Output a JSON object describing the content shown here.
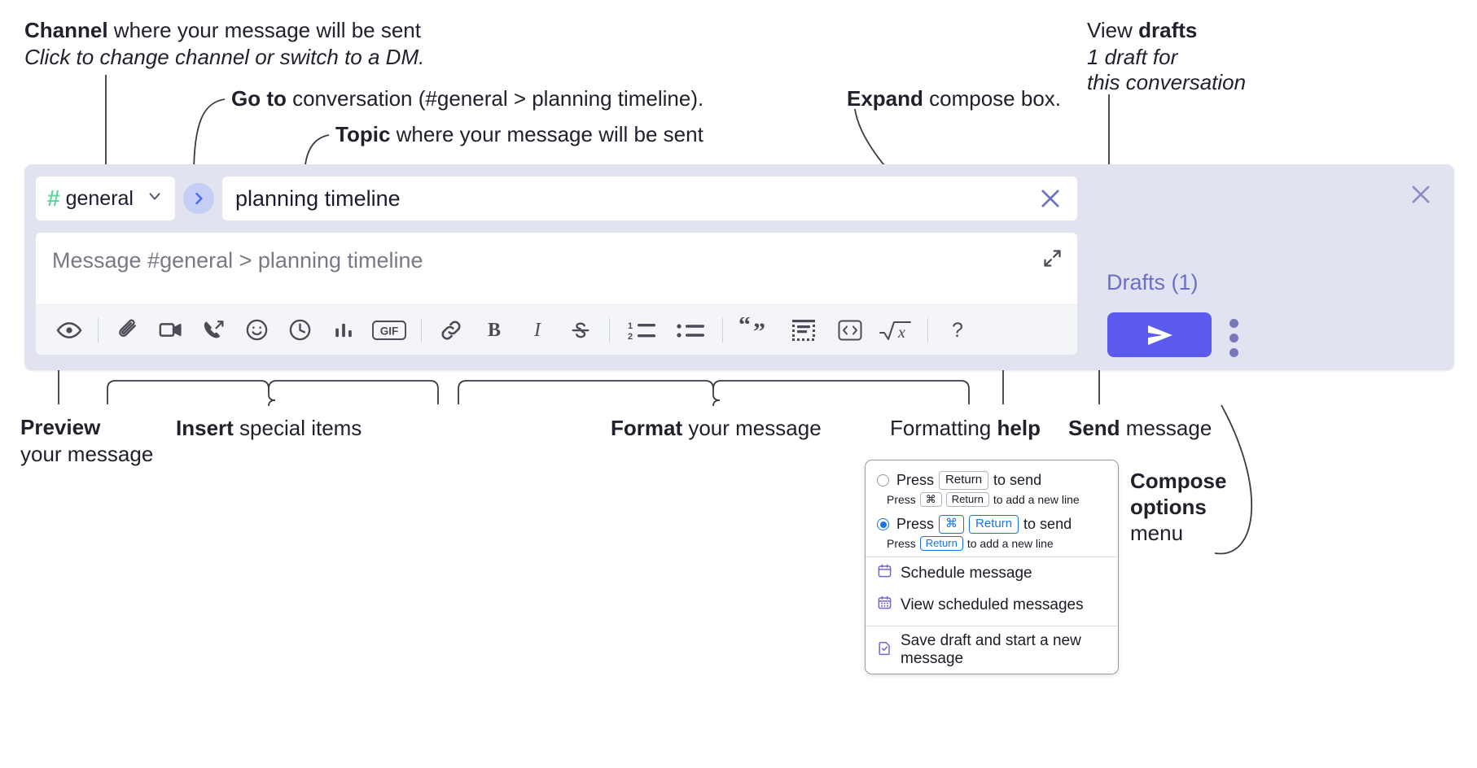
{
  "annotations": {
    "channel": {
      "line1_bold": "Channel",
      "line1_rest": " where your message will be sent",
      "line2": "Click to change channel or switch to a DM."
    },
    "goto": {
      "bold": "Go to",
      "rest": " conversation (#general > planning timeline)."
    },
    "topic": {
      "bold": "Topic",
      "rest": " where your message will be sent"
    },
    "expand": {
      "bold": "Expand",
      "rest": " compose box."
    },
    "drafts": {
      "line1_rest": "View ",
      "line1_bold": "drafts",
      "line2": "1 draft for",
      "line3": "this conversation"
    },
    "preview": {
      "bold": "Preview",
      "line2": "your message"
    },
    "insert": {
      "bold": "Insert",
      "rest": " special items"
    },
    "format": {
      "bold": "Format",
      "rest": " your message"
    },
    "help": {
      "rest": "Formatting ",
      "bold": "help"
    },
    "send": {
      "bold": "Send",
      "rest": " message"
    },
    "compose_options": {
      "line1": "Compose",
      "line2": "options",
      "line3": "menu"
    }
  },
  "compose": {
    "channel_name": "general",
    "hash_symbol": "#",
    "topic_value": "planning timeline",
    "message_placeholder": "Message #general > planning timeline",
    "drafts_label": "Drafts (1)",
    "toolbar_groups": [
      {
        "name": "preview",
        "items": [
          {
            "name": "eye-icon",
            "label": "Preview"
          }
        ]
      },
      {
        "name": "insert",
        "items": [
          {
            "name": "paperclip-icon",
            "label": "Attach file"
          },
          {
            "name": "video-camera-icon",
            "label": "Record video clip"
          },
          {
            "name": "phone-icon",
            "label": "Record audio clip"
          },
          {
            "name": "emoji-icon",
            "label": "Emoji"
          },
          {
            "name": "clock-icon",
            "label": "Recent"
          },
          {
            "name": "bar-chart-icon",
            "label": "Poll"
          },
          {
            "name": "gif-icon",
            "label": "GIF"
          }
        ]
      },
      {
        "name": "format",
        "items": [
          {
            "name": "link-icon",
            "label": "Link"
          },
          {
            "name": "bold-icon",
            "label": "Bold"
          },
          {
            "name": "italic-icon",
            "label": "Italic"
          },
          {
            "name": "strikethrough-icon",
            "label": "Strikethrough"
          },
          {
            "name": "ordered-list-icon",
            "label": "Ordered list"
          },
          {
            "name": "bulleted-list-icon",
            "label": "Bulleted list"
          },
          {
            "name": "blockquote-icon",
            "label": "Blockquote"
          },
          {
            "name": "code-block-icon",
            "label": "Code block"
          },
          {
            "name": "inline-code-icon",
            "label": "Code"
          },
          {
            "name": "math-icon",
            "label": "Math"
          }
        ]
      },
      {
        "name": "help",
        "items": [
          {
            "name": "question-mark-icon",
            "label": "?"
          }
        ]
      }
    ],
    "gif_label": "GIF",
    "bold_label": "B",
    "italic_label": "I",
    "help_label": "?",
    "list_one": "1",
    "list_two": "2"
  },
  "options_menu": {
    "option1": {
      "main_prefix": "Press",
      "main_key": "Return",
      "main_suffix": "to send",
      "sub_prefix": "Press",
      "sub_key1": "⌘",
      "sub_key2": "Return",
      "sub_suffix": "to add a new line",
      "selected": false
    },
    "option2": {
      "main_prefix": "Press",
      "main_key1": "⌘",
      "main_key2": "Return",
      "main_suffix": "to send",
      "sub_prefix": "Press",
      "sub_key": "Return",
      "sub_suffix": "to add a new line",
      "selected": true
    },
    "items": [
      {
        "icon": "calendar-icon",
        "label": "Schedule message"
      },
      {
        "icon": "calendar-grid-icon",
        "label": "View scheduled messages"
      },
      {
        "icon": "save-draft-icon",
        "label": "Save draft and start a new message"
      }
    ]
  },
  "colors": {
    "compose_bg": "#e1e3f1",
    "send_button": "#5a5aec",
    "hash_green": "#5bd79a",
    "goto_blue": "#4a6cf0",
    "drafts_purple": "#6c6fc9",
    "accent_blue": "#1a73e8",
    "menu_icon_purple": "#7b62d6"
  }
}
